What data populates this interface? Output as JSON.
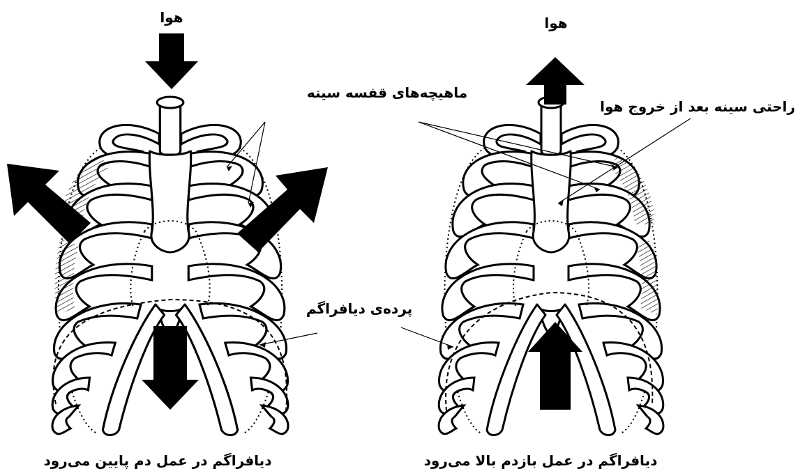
{
  "labels": {
    "air_left": "هوا",
    "air_right": "هوا",
    "chest_muscles": "ماهیچه‌های قفسه سینه",
    "chest_relax": "راحتی سینه بعد از خروج هوا",
    "diaphragm": "پرده‌ی دیافراگم",
    "caption_left": "دیافراگم در عمل دم پایین می‌رود",
    "caption_right": "دیافراگم در عمل بازدم بالا می‌رود"
  }
}
